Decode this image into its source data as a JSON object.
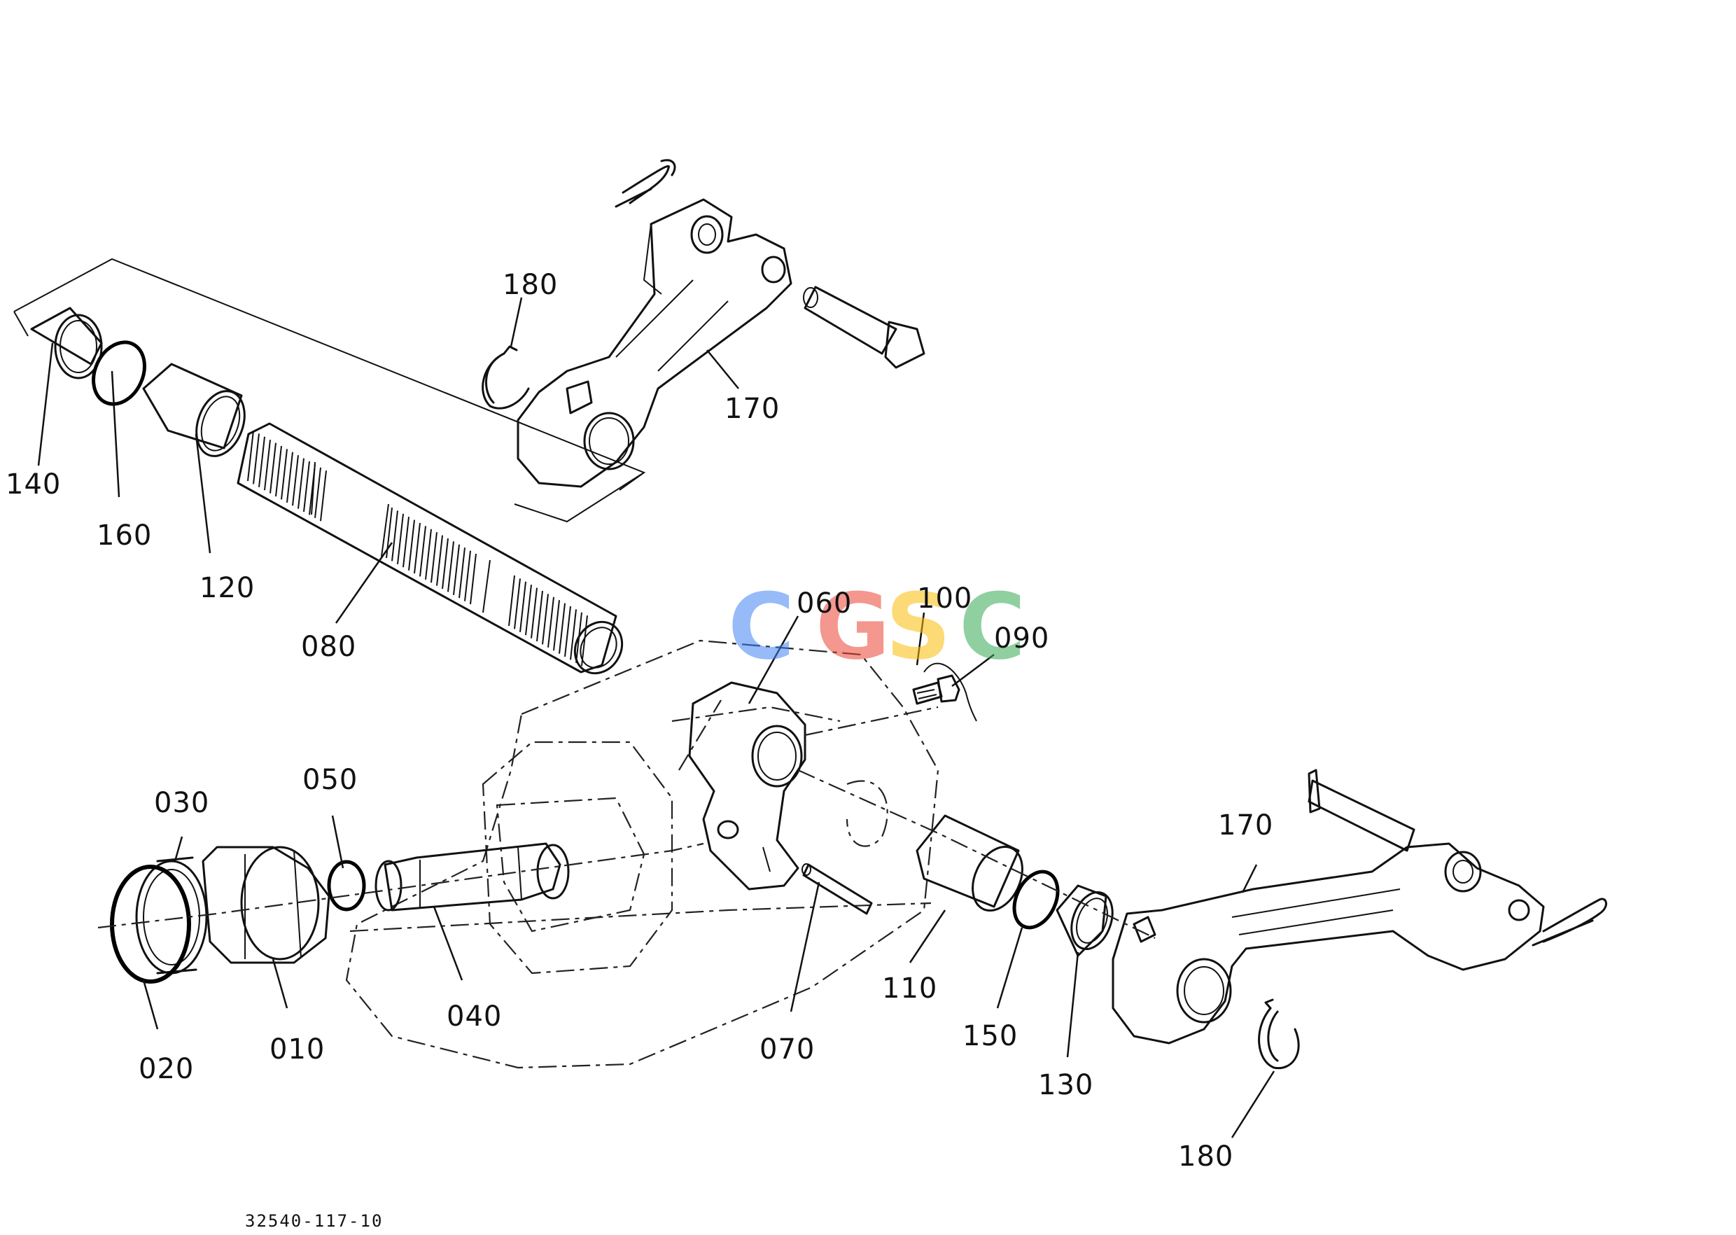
{
  "logo": {
    "letters": [
      "C",
      "G",
      "S",
      "C"
    ],
    "colors": [
      "#4285F4",
      "#EA4335",
      "#FBBC05",
      "#34A853"
    ]
  },
  "callouts": {
    "c010": "010",
    "c020": "020",
    "c030": "030",
    "c040": "040",
    "c050": "050",
    "c060": "060",
    "c070": "070",
    "c080": "080",
    "c090": "090",
    "c100": "100",
    "c110": "110",
    "c120": "120",
    "c130": "130",
    "c140": "140",
    "c150": "150",
    "c160": "160",
    "c170_top": "170",
    "c170_right": "170",
    "c180_top": "180",
    "c180_bottom": "180"
  },
  "document_number": "32540-117-10",
  "icons": [
    "cgsc-watermark"
  ]
}
